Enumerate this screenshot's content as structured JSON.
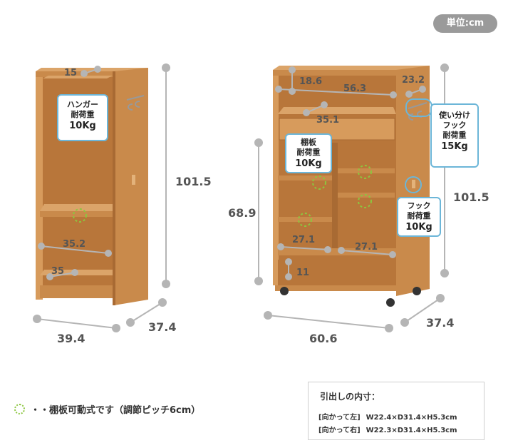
{
  "unit_badge": "単位:cm",
  "left_unit": {
    "dim_top_shelf": "15",
    "dim_height": "101.5",
    "dim_inner_width": "35.2",
    "dim_bottom_shelf": "35",
    "dim_width": "39.4",
    "dim_depth": "37.4",
    "callout_hanger": {
      "line1": "ハンガー",
      "line2": "耐荷重",
      "load": "10Kg"
    }
  },
  "right_unit": {
    "dim_top_left": "18.6",
    "dim_top_right": "23.2",
    "dim_top_width": "56.3",
    "dim_drawer_gap": "35.1",
    "dim_height": "101.5",
    "dim_lower_height": "68.9",
    "dim_inner_left": "27.1",
    "dim_inner_right": "27.1",
    "dim_bottom_gap": "11",
    "dim_width": "60.6",
    "dim_depth": "37.4",
    "callout_shelf": {
      "line1": "棚板",
      "line2": "耐荷重",
      "load": "10Kg"
    },
    "callout_hook_multi": {
      "line1": "使い分け",
      "line2": "フック",
      "line3": "耐荷重",
      "load": "15Kg"
    },
    "callout_hook": {
      "line1": "フック",
      "line2": "耐荷重",
      "load": "10Kg"
    }
  },
  "legend": {
    "text": "・・棚板可動式です（調節ピッチ6cm）"
  },
  "drawer_info": {
    "title": "引出しの内寸：",
    "rows": [
      {
        "label": "[向かって左]",
        "value": "W22.4×D31.4×H5.3cm"
      },
      {
        "label": "[向かって右]",
        "value": "W22.3×D31.4×H5.3cm"
      }
    ]
  },
  "colors": {
    "wood": "#c98a4b",
    "wood_dark": "#a86a33",
    "wood_light": "#dba469",
    "dimension_gray": "#b5b5b5",
    "callout_blue": "#6cb6d8",
    "adjustable_green": "#8cc63f"
  }
}
